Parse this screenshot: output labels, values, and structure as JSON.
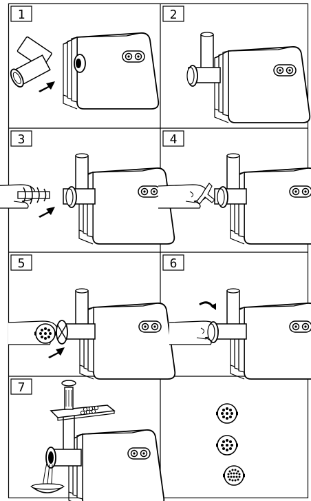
{
  "panels": [
    {
      "number": "1"
    },
    {
      "number": "2"
    },
    {
      "number": "3"
    },
    {
      "number": "4"
    },
    {
      "number": "5"
    },
    {
      "number": "6"
    },
    {
      "number": "7"
    },
    {
      "number": ""
    }
  ]
}
